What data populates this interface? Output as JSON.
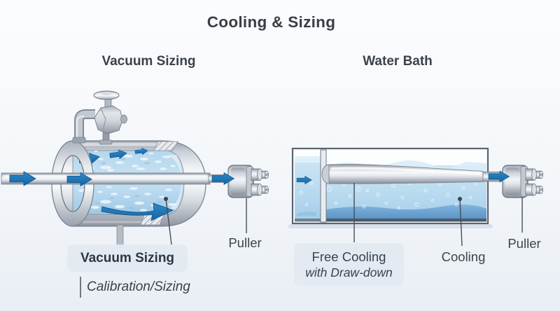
{
  "title": "Cooling & Sizing",
  "left_section": {
    "heading": "Vacuum Sizing",
    "callout_box_label": "Vacuum Sizing",
    "sub_caption": "Calibration/Sizing",
    "puller_label": "Puller"
  },
  "right_section": {
    "heading": "Water Bath",
    "callout_box_line1": "Free Cooling",
    "callout_box_line2": "with Draw-down",
    "cooling_label": "Cooling",
    "puller_label": "Puller"
  },
  "colors": {
    "flow_arrow_blue": "#1b74ba",
    "water_light_blue": "#b9d9ee",
    "metal_gray": "#c6ccd4",
    "callout_box_bg": "#e2e9f1",
    "text_dark": "#3b424b"
  }
}
